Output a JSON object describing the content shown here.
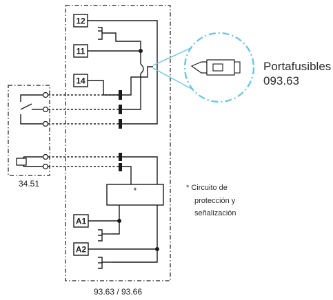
{
  "diagram": {
    "terminals": {
      "t12": "12",
      "t11": "11",
      "t14": "14",
      "ta1": "A1",
      "ta2": "A2"
    },
    "circuit_box_label": "*",
    "module_label": "93.63 / 93.66",
    "relay_label": "34.51",
    "callout": {
      "line1": "Portafusibles",
      "line2": "093.63"
    },
    "note": {
      "line1": "*  Circuito de",
      "line2": "protección y",
      "line3": "señalización"
    },
    "colors": {
      "line": "#1a1a1a",
      "accent": "#6fc5de",
      "background": "#ffffff"
    }
  }
}
